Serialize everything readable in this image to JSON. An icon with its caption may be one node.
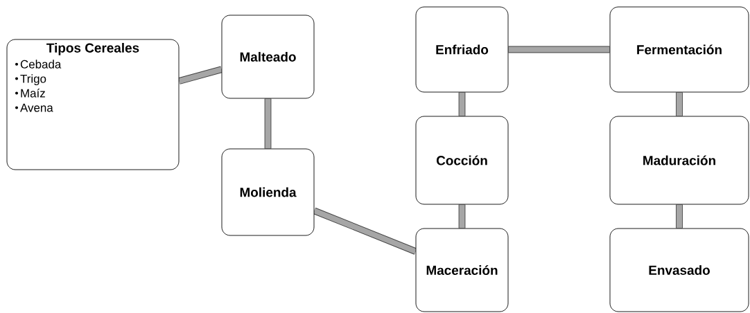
{
  "diagram": {
    "nodes": [
      {
        "text": [
          "Tipos Cereales",
          "Cebada",
          "Trigo",
          "Maíz",
          "Avena"
        ]
      },
      {
        "text": [
          "Malteado"
        ]
      },
      {
        "text": [
          "Molienda"
        ]
      },
      {
        "text": [
          "Enfriado"
        ]
      },
      {
        "text": [
          "Cocción"
        ]
      },
      {
        "text": [
          "Maceración"
        ]
      },
      {
        "text": [
          "Fermentación"
        ]
      },
      {
        "text": [
          "Maduración"
        ]
      },
      {
        "text": [
          "Envasado"
        ]
      }
    ],
    "edges": [
      {
        "from": 0,
        "to": 1,
        "arrow": "none"
      },
      {
        "from": 1,
        "to": 2,
        "arrow": "none"
      },
      {
        "from": 2,
        "to": 5,
        "arrow": "none"
      },
      {
        "from": 5,
        "to": 4,
        "arrow": "none"
      },
      {
        "from": 4,
        "to": 3,
        "arrow": "none"
      },
      {
        "from": 3,
        "to": 6,
        "arrow": "none"
      },
      {
        "from": 6,
        "to": 7,
        "arrow": "none"
      },
      {
        "from": 7,
        "to": 8,
        "arrow": "none"
      }
    ]
  }
}
